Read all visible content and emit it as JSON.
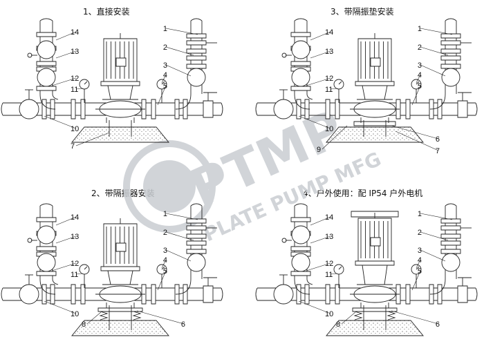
{
  "figure": {
    "panels": [
      {
        "caption": "1、直接安装",
        "labels": [
          "14",
          "13",
          "12",
          "11",
          "10",
          "7",
          "1",
          "2",
          "3",
          "4",
          "5"
        ]
      },
      {
        "caption": "3、带隔振垫安装",
        "labels": [
          "14",
          "13",
          "12",
          "11",
          "10",
          "9",
          "1",
          "2",
          "3",
          "4",
          "5",
          "6",
          "7"
        ]
      },
      {
        "caption": "2、带隔振器安装",
        "labels": [
          "14",
          "13",
          "12",
          "11",
          "10",
          "8",
          "1",
          "2",
          "3",
          "4",
          "5",
          "6"
        ]
      },
      {
        "caption": "4、户外使用：配 IP54 户外电机",
        "labels": [
          "14",
          "13",
          "12",
          "11",
          "10",
          "8",
          "1",
          "2",
          "3",
          "4",
          "5",
          "6"
        ]
      }
    ]
  },
  "watermark": {
    "logo_text": "PTMP",
    "sub_text": "PLATE PUMP MFG",
    "color": "#c9cdd2"
  },
  "colors": {
    "line": "#222222",
    "background": "#ffffff"
  }
}
